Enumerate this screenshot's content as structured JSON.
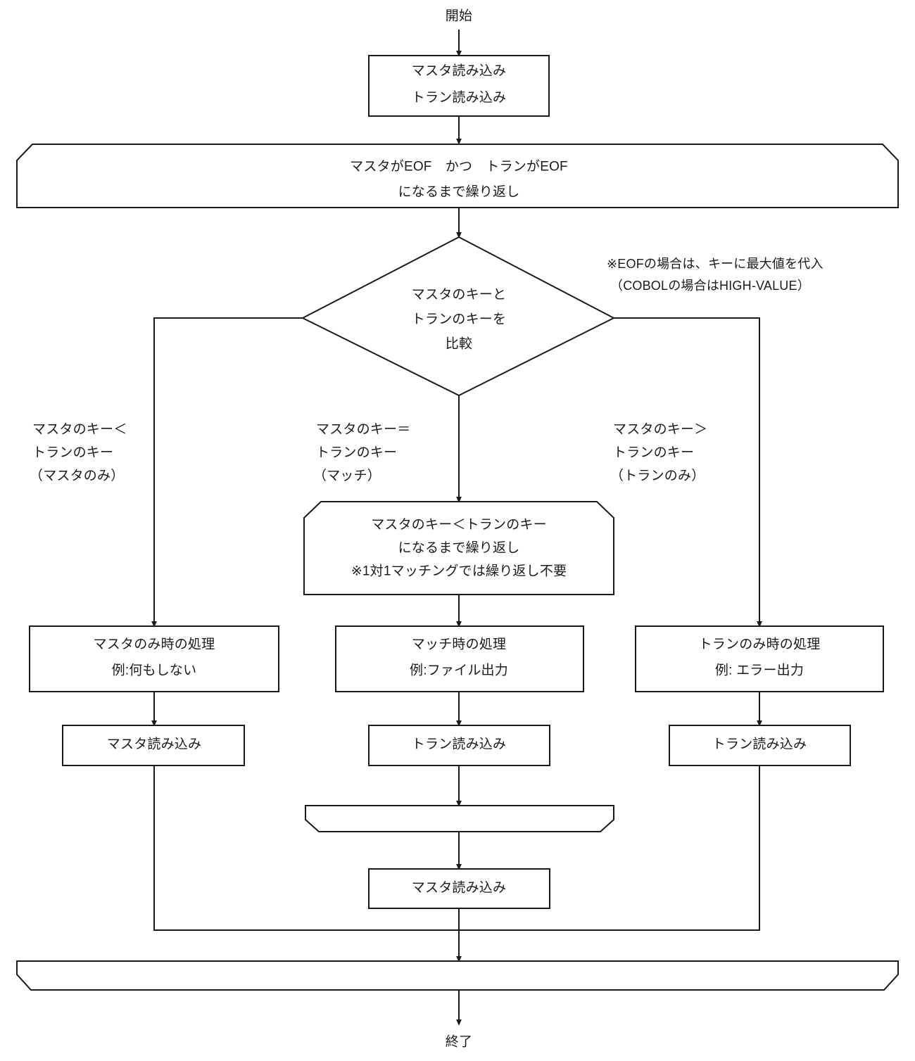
{
  "diagram": {
    "title": "マスタ・トラン マッチング処理フローチャート",
    "type": "flowchart",
    "stroke_color": "#1a1a1a",
    "fill_color": "#ffffff",
    "background": "#ffffff"
  },
  "terminals": {
    "start": "開始",
    "end": "終了"
  },
  "nodes": {
    "read_init": {
      "shape": "process",
      "line1": "マスタ読み込み",
      "line2": "トラン読み込み"
    },
    "outer_loop_start": {
      "shape": "loop-start",
      "line1": "マスタがEOF　かつ　トランがEOF",
      "line2": "になるまで繰り返し"
    },
    "decision": {
      "shape": "decision",
      "line1": "マスタのキーと",
      "line2": "トランのキーを",
      "line3": "比較"
    },
    "inner_loop_start": {
      "shape": "loop-start",
      "line1": "マスタのキー＜トランのキー",
      "line2": "になるまで繰り返し",
      "line3": "※1対1マッチングでは繰り返し不要"
    },
    "master_only_proc": {
      "shape": "process",
      "line1": "マスタのみ時の処理",
      "line2": "例:何もしない"
    },
    "match_proc": {
      "shape": "process",
      "line1": "マッチ時の処理",
      "line2": "例:ファイル出力"
    },
    "tran_only_proc": {
      "shape": "process",
      "line1": "トランのみ時の処理",
      "line2": "例: エラー出力"
    },
    "read_master_left": {
      "shape": "process",
      "line1": "マスタ読み込み"
    },
    "read_tran_center": {
      "shape": "process",
      "line1": "トラン読み込み"
    },
    "read_tran_right": {
      "shape": "process",
      "line1": "トラン読み込み"
    },
    "inner_loop_end": {
      "shape": "loop-end",
      "line1": ""
    },
    "read_master_center": {
      "shape": "process",
      "line1": "マスタ読み込み"
    },
    "outer_loop_end": {
      "shape": "loop-end",
      "line1": ""
    }
  },
  "edge_labels": {
    "left_branch": {
      "line1": "マスタのキー＜",
      "line2": "トランのキー",
      "line3": "（マスタのみ）"
    },
    "center_branch": {
      "line1": "マスタのキー＝",
      "line2": "トランのキー",
      "line3": "（マッチ）"
    },
    "right_branch": {
      "line1": "マスタのキー＞",
      "line2": "トランのキー",
      "line3": "（トランのみ）"
    }
  },
  "annotations": {
    "eof_note": {
      "line1": "※EOFの場合は、キーに最大値を代入",
      "line2": "（COBOLの場合はHIGH-VALUE）"
    }
  }
}
